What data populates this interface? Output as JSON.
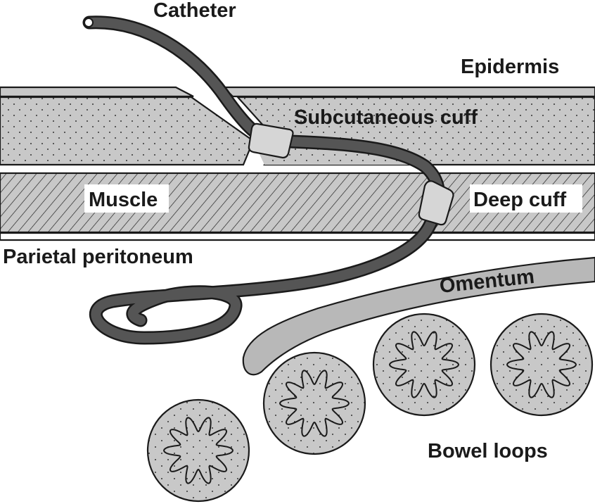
{
  "labels": {
    "catheter": "Catheter",
    "epidermis": "Epidermis",
    "subcutaneous_cuff": "Subcutaneous cuff",
    "muscle": "Muscle",
    "deep_cuff": "Deep cuff",
    "parietal_peritoneum": "Parietal peritoneum",
    "omentum": "Omentum",
    "bowel_loops": "Bowel loops"
  },
  "colors": {
    "catheter": "#555555",
    "cuff": "#d6d6d6",
    "tissue": "#c8c8c8",
    "omentum": "#b8b8b8",
    "outline": "#1a1a1a"
  }
}
